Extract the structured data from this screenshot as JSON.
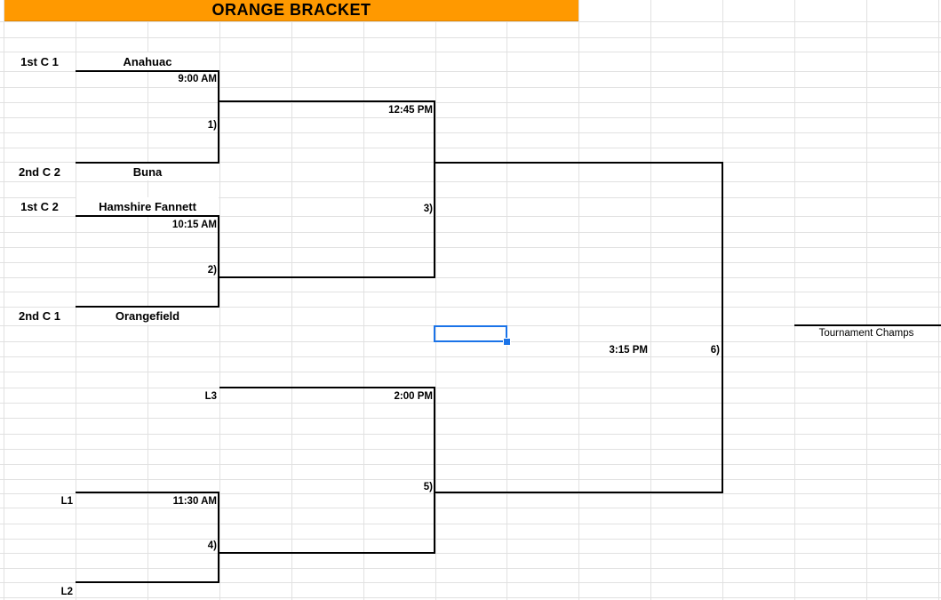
{
  "sheet": {
    "banner": {
      "title": "ORANGE BRACKET",
      "bg_color": "#ff9900",
      "text_color": "#000000"
    },
    "seeds": [
      {
        "label": "1st C 1",
        "team": "Anahuac"
      },
      {
        "label": "2nd C 2",
        "team": "Buna"
      },
      {
        "label": "1st C 2",
        "team": "Hamshire Fannett"
      },
      {
        "label": "2nd C 1",
        "team": "Orangefield"
      }
    ],
    "games": [
      {
        "num": "1)",
        "time": "9:00 AM"
      },
      {
        "num": "2)",
        "time": "10:15 AM"
      },
      {
        "num": "3)",
        "time": "12:45 PM"
      },
      {
        "num": "4)",
        "time": "11:30 AM"
      },
      {
        "num": "5)",
        "time": "2:00 PM"
      },
      {
        "num": "6)",
        "time": "3:15 PM"
      }
    ],
    "loser_labels": {
      "l1": "L1",
      "l2": "L2",
      "l3": "L3"
    },
    "champion_label": "Tournament Champs",
    "selection_color": "#1a73e8",
    "gridline_color": "#e1e1e1"
  }
}
